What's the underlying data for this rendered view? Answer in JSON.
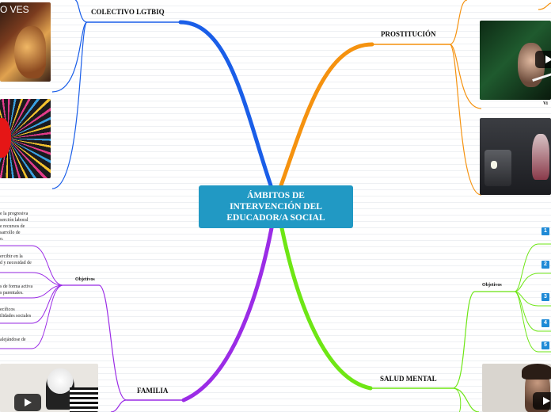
{
  "center": {
    "title": "ÁMBITOS DE INTERVENCIÓN DEL EDUCADOR/A SOCIAL",
    "color": "#2199c4"
  },
  "branches": {
    "lgtbiq": {
      "label": "COLECTIVO LGTBIQ",
      "color": "#1a5ee8",
      "image_caption": "O VES"
    },
    "prostitucion": {
      "label": "PROSTITUCIÓN",
      "color": "#f5920f",
      "video_caption": "Vi"
    },
    "familia": {
      "label": "FAMILIA",
      "color": "#9b2ce6",
      "objectives_label": "Objetivos"
    },
    "salud": {
      "label": "SALUD MENTAL",
      "color": "#6ee615",
      "objectives_label": "Objetivos"
    }
  },
  "familia_leaves": [
    {
      "lines": [
        "e la progresiva",
        "serción laboral",
        "e recursos de",
        "sarrollo de",
        "o."
      ]
    },
    {
      "lines": [
        "ercibir en la",
        "d y necesidad de"
      ]
    },
    {
      "lines": [
        "s de forma activa",
        "s parentales."
      ]
    },
    {
      "lines": [
        "ecíficos",
        "ilidades sociales"
      ]
    },
    {
      "lines": [
        "alejándose de"
      ]
    }
  ],
  "salud_badges": [
    "1",
    "2",
    "3",
    "4",
    "5"
  ]
}
